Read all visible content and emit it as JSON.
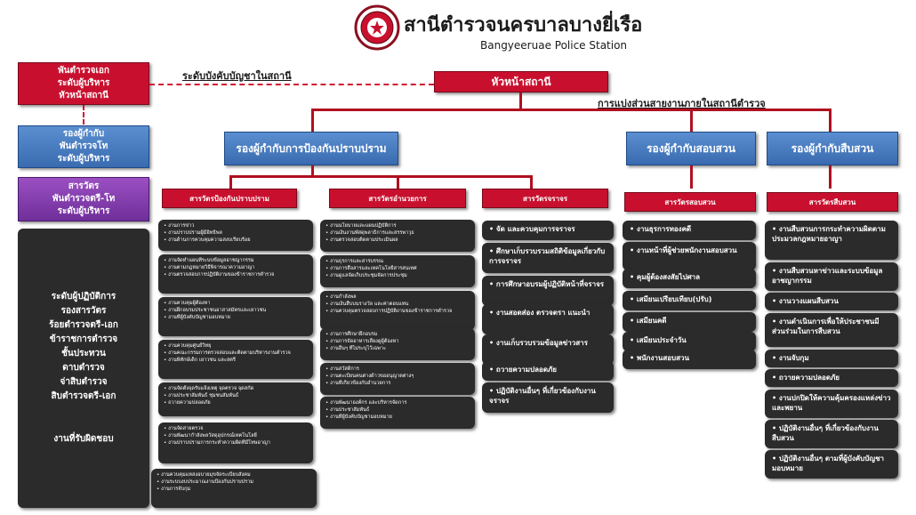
{
  "header": {
    "title": "สานีตำรวจนครบาลบางยี่เรือ",
    "subtitle": "Bangyeeruae Police Station"
  },
  "labels": {
    "command_level": "ระดับบังคับบัญชาในสถานี",
    "division": "การแบ่งส่วนสายงานภายในสถานีตำรวจ"
  },
  "left": {
    "commander": [
      "พันตำรวจเอก",
      "ระดับผู้บริหาร",
      "หัวหน้าสถานี"
    ],
    "deputy": [
      "รองผู้กำกับ",
      "พันตำรวจโท",
      "ระดับผู้บริหาร"
    ],
    "inspector": [
      "สารวัตร",
      "พันตำรวจตรี-โท",
      "ระดับผู้บริหาร"
    ],
    "operator": [
      "ระดับผู้ปฏิบัติการ",
      "รองสารวัตร",
      "ร้อยตำรวจตรี-เอก",
      "ข้าราชการตำรวจ",
      "ชั้นประทวน",
      "ดาบตำรวจ",
      "จ่าสิบตำรวจ",
      "สิบตำรวจตรี-เอก"
    ],
    "responsibility": "งานที่รับผิดชอบ"
  },
  "chief": "หัวหน้าสถานี",
  "deputies": [
    "รองผู้กำกับการป้องกันปราบปราม",
    "รองผู้กำกับสอบสวน",
    "รองผู้กำกับสืบสวน"
  ],
  "inspectors": [
    "สารวัตรป้องกันปราบปราม",
    "สารวัตรอำนวยการ",
    "สารวัตรจราจร",
    "สารวัตรสอบสวน",
    "สารวัตรสืบสวน"
  ],
  "col1_tasks": [
    [
      "งานการข่าว",
      "งานปราบปรามผู้มีอิทธิพล",
      "งานด้านการควบคุมความสงบเรียบร้อย"
    ],
    [
      "งานจัดทำแผนที่ระบบข้อมูลอาชญากรรม",
      "งานตามกฎหมายวิธีพิจารณาความอาญา",
      "งานตรวจสอบการปฏิบัติงานของข้าราชการตำรวจ"
    ],
    [
      "งานควบคุมผู้ต้องหา",
      "งานฝึกอบรมประชาชนอาสาสมัครและเยาวชน",
      "งานที่ผู้บังคับบัญชามอบหมาย"
    ],
    [
      "งานควบคุมศูนย์วิทยุ",
      "งานคณะกรรมการตรวจสอบและติดตามบริหารงานตำรวจ",
      "งานพิทักษ์เด็ก เยาวชน และสตรี"
    ],
    [
      "งานจัดตั้งจุดรับแจ้งเหตุ จุดตรวจ จุดสกัด",
      "งานประชาสัมพันธ์ ชุมชนสัมพันธ์",
      "ถวายความปลอดภัย"
    ],
    [
      "งานจัดสายตรวจ",
      "งานพัฒนากำลังพลวัสดุอุปกรณ์เทคโนโลยี",
      "งานปราบปรามการกระทำความผิดที่มีโทษอาญา"
    ],
    [
      "งานควบคุมแหล่งอบายมุขจัดระเบียบสังคม",
      "งานระบบงบประมาณงานป้องกันปราบปราม",
      "งานการจับกุม"
    ]
  ],
  "col2_tasks": [
    [
      "งานนโยบายและแผนปฏิบัติการ",
      "งานเงินงานพัสดุพลาธิการและสรรพาวุธ",
      "งานตรวจสอบติดตามประเมินผล"
    ],
    [
      "งานธุรการและสารบรรณ",
      "งานการสื่อสารและเทคโนโลยีสารสนเทศ",
      "งานดูแลจัดเก็บประชุมจัดการประชุม"
    ],
    [
      "งานกำลังพล",
      "งานเงินสืบบนรางวัล และค่าตอบแทน",
      "งานควบคุมตรวจสอบการปฏิบัติงานของข้าราชการตำรวจ"
    ],
    [
      "งานการศึกษาฝึกอบรม",
      "งานการจัดอาหารเลี้ยงดูผู้ต้องหา",
      "งานอื่นๆ ที่ไม่ระบุไว้เฉพาะ"
    ],
    [
      "งานสวัสดิการ",
      "งานตะเบียนคนต่างด้าวขออนุญาตต่างๆ",
      "งานที่เกี่ยวข้องกับอำนวยการ"
    ],
    [
      "งานพัฒนาองค์กร และบริหารจัดการ",
      "งานประชาสัมพันธ์",
      "งานที่ผู้บังคับบัญชามอบหมาย"
    ]
  ],
  "col3_tasks": [
    [
      "จัด และควบคุมการจราจร"
    ],
    [
      "ศึกษาเก็บรวบรวมสถิติข้อมูลเกี่ยวกับการจราจร"
    ],
    [
      "การศึกษาอบรมผู้ปฏิบัติหน้าที่จราจร"
    ],
    [
      "งานสอดส่อง ตรวจตรา แนะนำ"
    ],
    [
      "งานเก็บรวบรวมข้อมูลข่าวสาร"
    ],
    [
      "ถวายความปลอดภัย"
    ],
    [
      "ปฏิบัติงานอื่นๆ ที่เกี่ยวข้องกับงานจราจร"
    ]
  ],
  "col4_tasks": [
    [
      "งานธุรการทองคดี"
    ],
    [
      "งานหน้าที่ผู้ช่วยพนักงานสอบสวน"
    ],
    [
      "คุมผู้ต้องสงสัยไปศาล"
    ],
    [
      "เสมียนเปรียบเทียบ(ปรับ)"
    ],
    [
      "เสมียนคดี"
    ],
    [
      "เสมียนประจำวัน"
    ],
    [
      "พนักงานสอบสวน"
    ]
  ],
  "col5_tasks": [
    [
      "งานสืบสวนการกระทำความผิดตามประมวลกฎหมายอาญา"
    ],
    [
      "งานสืบสวนหาข่าวและระบบข้อมูลอาชญากรรม"
    ],
    [
      "งานวางแผนสืบสวน"
    ],
    [
      "งานดำเนินการเพื่อให้ประชาชนมีส่วนร่วมในการสืบสวน"
    ],
    [
      "งานจับกุม"
    ],
    [
      "ถวายความปลอดภัย"
    ],
    [
      "งานปกปิดให้ความคุ้มครองแหล่งข่าวและพยาน"
    ],
    [
      "ปฏิบัติงานอื่นๆ ที่เกี่ยวข้องกับงานสืบสวน"
    ],
    [
      "ปฏิบัติงานอื่นๆ ตามที่ผู้บังคับบัญชามอบหมาย"
    ]
  ],
  "colors": {
    "red": "#c8102e",
    "blue": "#3a6bb0",
    "purple": "#6f2f9a",
    "dark": "#2b2b2b"
  },
  "icons": {
    "logo": "police-emblem-icon"
  }
}
